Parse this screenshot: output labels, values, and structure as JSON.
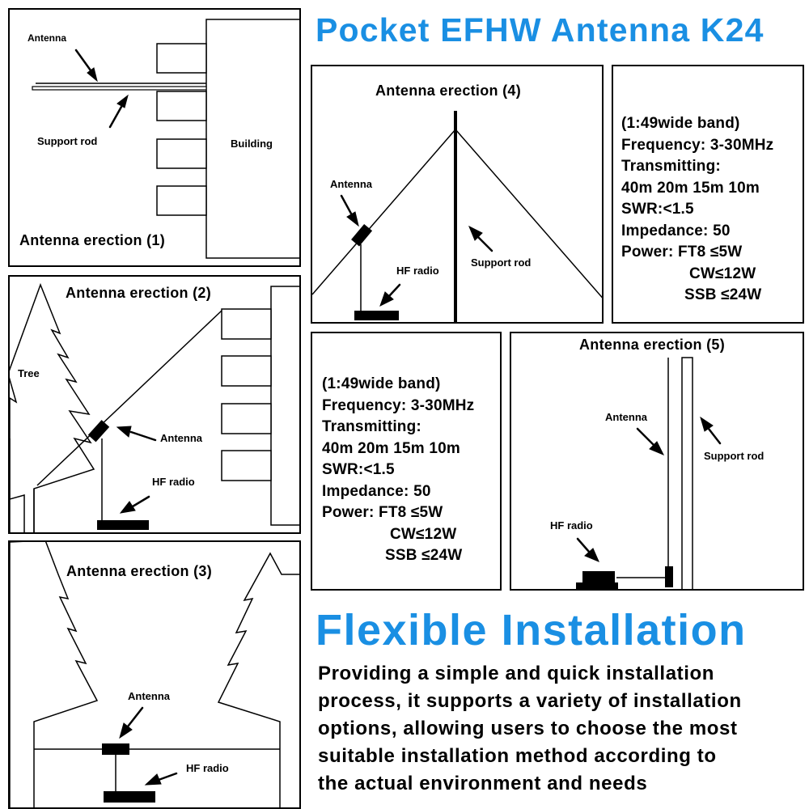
{
  "header": {
    "title": "Pocket EFHW Antenna K24"
  },
  "panel1": {
    "title": "Antenna erection (1)",
    "antenna": "Antenna",
    "support_rod": "Support rod",
    "building": "Building"
  },
  "panel2": {
    "title": "Antenna erection (2)",
    "tree": "Tree",
    "antenna": "Antenna",
    "hf_radio": "HF radio"
  },
  "panel3": {
    "title": "Antenna erection (3)",
    "antenna": "Antenna",
    "hf_radio": "HF radio"
  },
  "panel4": {
    "title": "Antenna erection (4)",
    "antenna": "Antenna",
    "support_rod": "Support rod",
    "hf_radio": "HF radio"
  },
  "panel5": {
    "title": "Antenna erection (5)",
    "antenna": "Antenna",
    "support_rod": "Support rod",
    "hf_radio": "HF radio"
  },
  "specs": {
    "band": "(1:49wide band)",
    "frequency": "Frequency: 3-30MHz",
    "transmitting": "Transmitting:",
    "bands": "40m 20m 15m 10m",
    "swr": "SWR:<1.5",
    "impedance": "Impedance: 50",
    "power_ft8": "Power: FT8 ≤5W",
    "power_cw": "CW≤12W",
    "power_ssb": "SSB ≤24W"
  },
  "footer": {
    "heading": "Flexible Installation",
    "description_lines": [
      "Providing a simple and quick installation",
      "process, it supports a variety of installation",
      "options, allowing users to choose the most",
      "suitable installation method according to",
      "the actual environment and needs"
    ]
  }
}
